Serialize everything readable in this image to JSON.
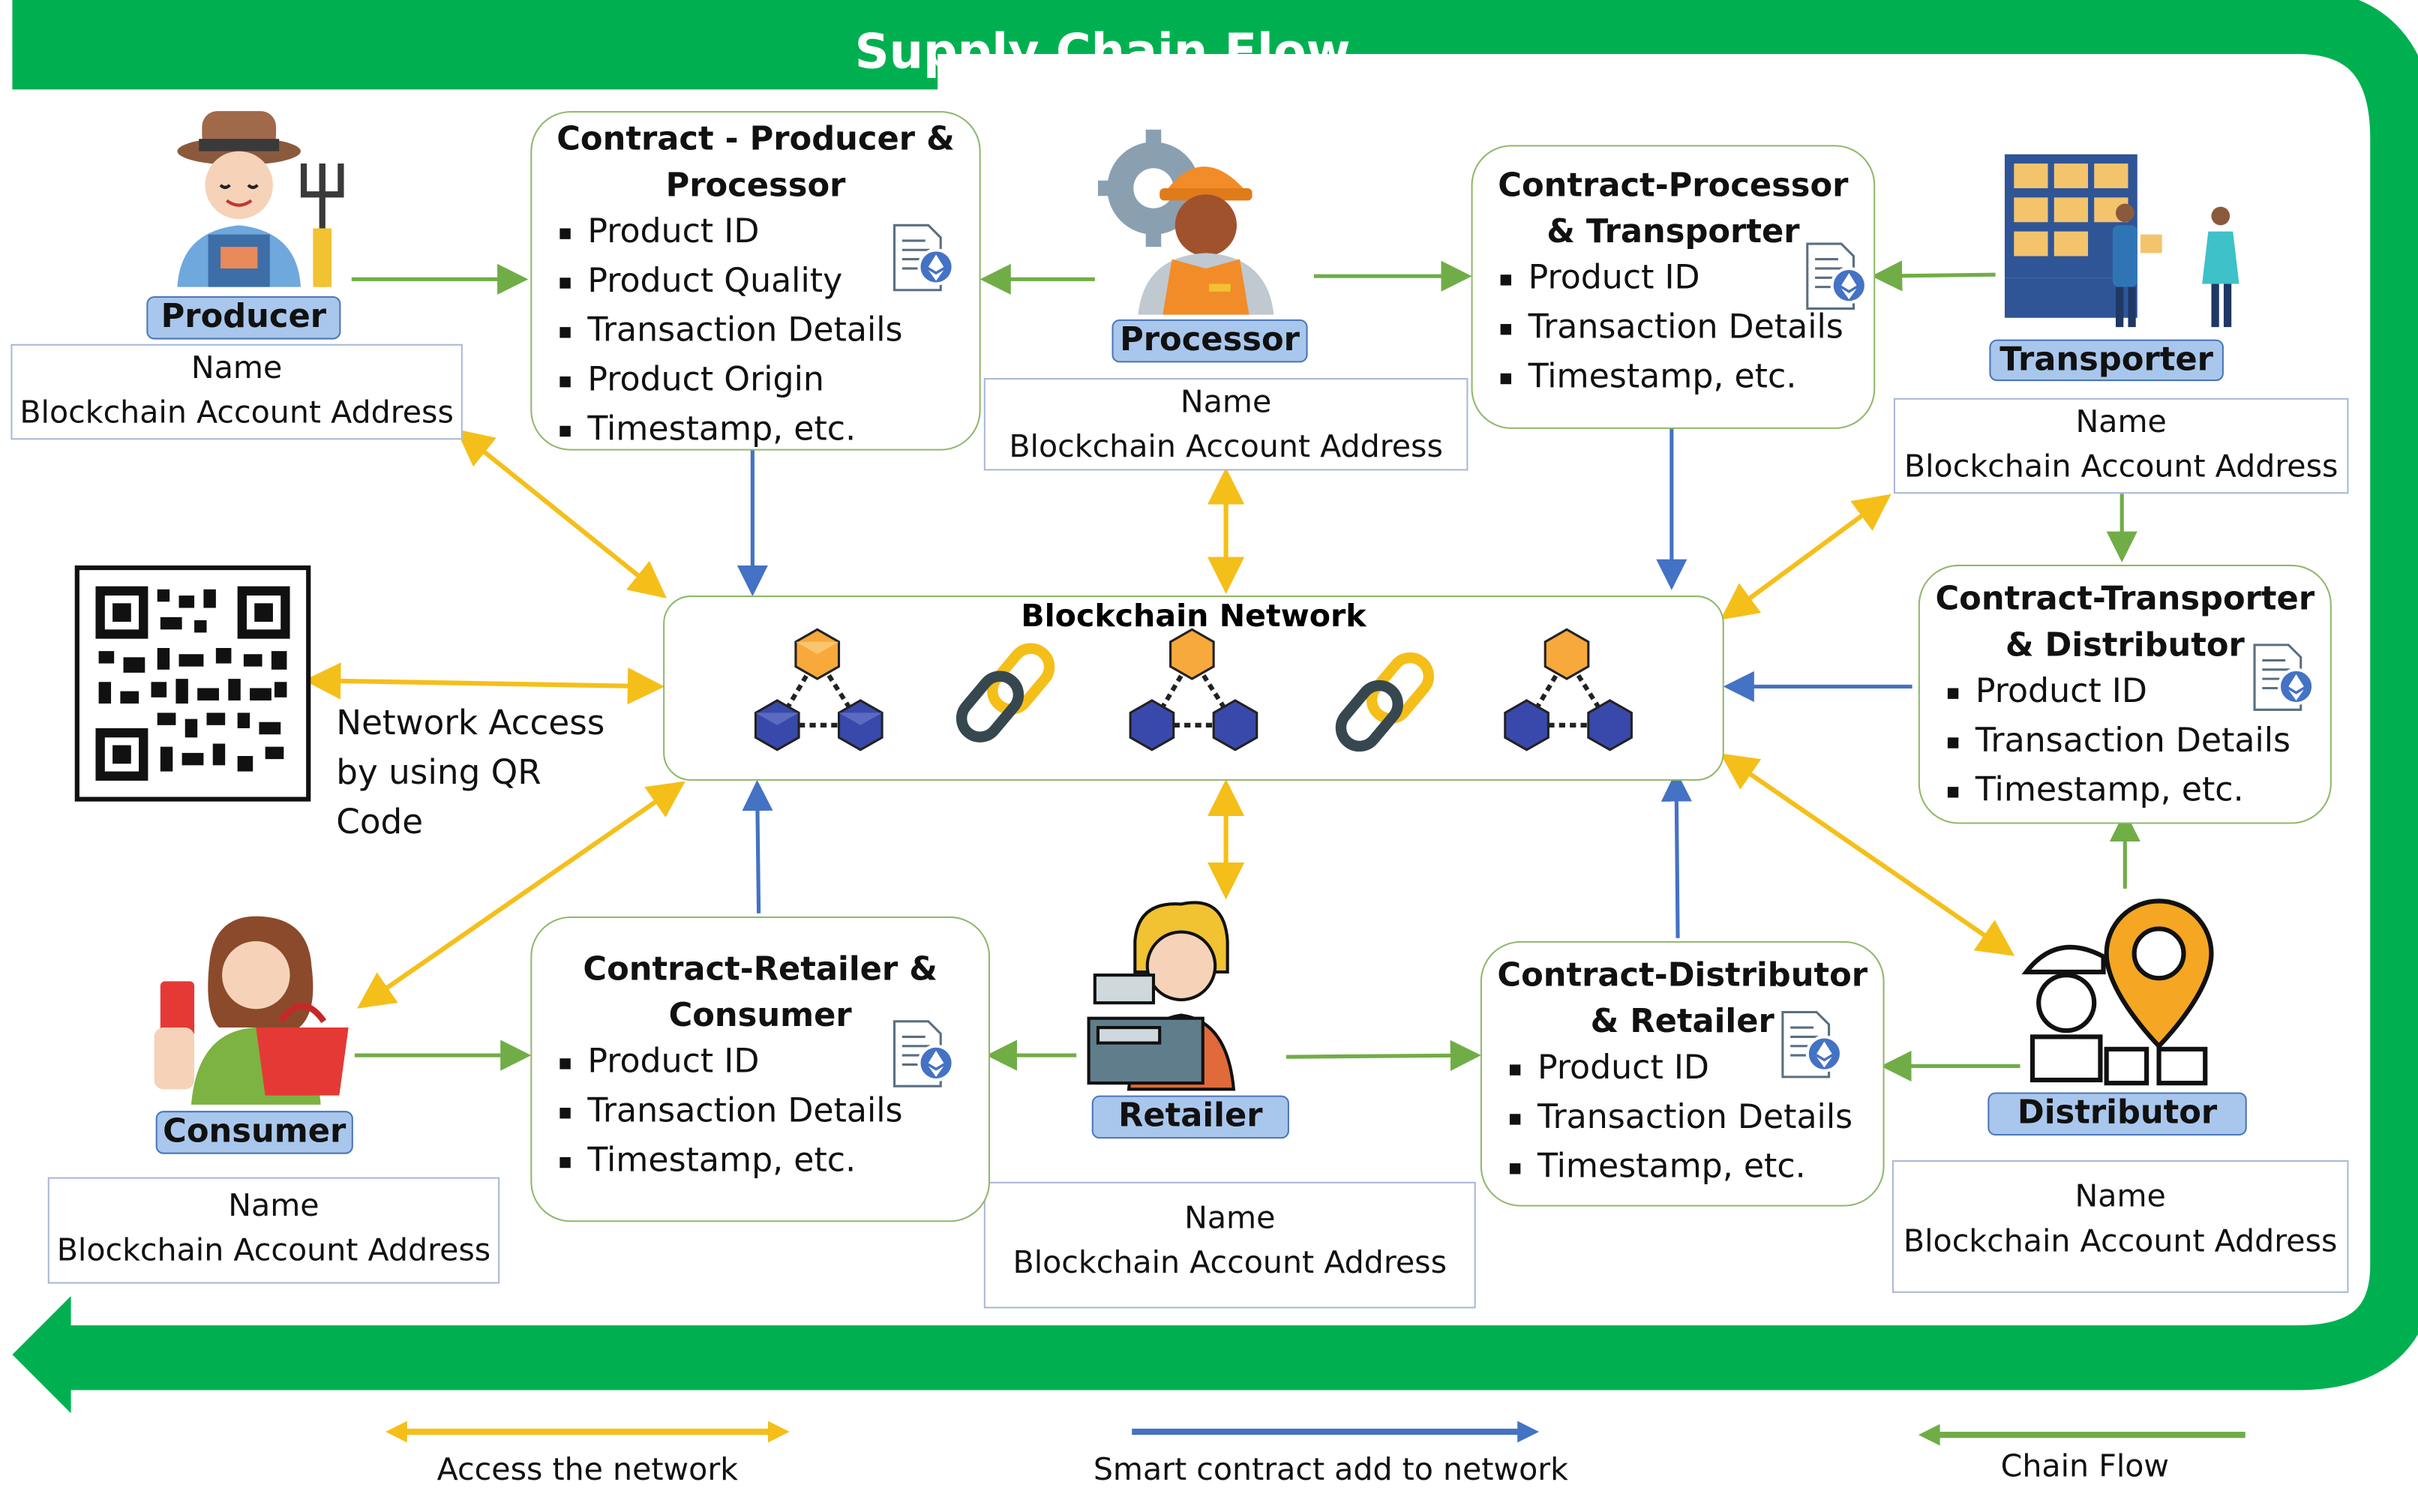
{
  "title": "Supply Chain Flow",
  "colors": {
    "green": "#00b050",
    "yellow": "#f5bf1a",
    "blue": "#4472c4",
    "flow_green": "#70ad47"
  },
  "roles": {
    "producer": {
      "label": "Producer",
      "name": "Name",
      "address": "Blockchain Account Address"
    },
    "processor": {
      "label": "Processor",
      "name": "Name",
      "address": "Blockchain Account Address"
    },
    "transporter": {
      "label": "Transporter",
      "name": "Name",
      "address": "Blockchain Account Address"
    },
    "distributor": {
      "label": "Distributor",
      "name": "Name",
      "address": "Blockchain Account Address"
    },
    "retailer": {
      "label": "Retailer",
      "name": "Name",
      "address": "Blockchain Account Address"
    },
    "consumer": {
      "label": "Consumer",
      "name": "Name",
      "address": "Blockchain Account Address"
    }
  },
  "contracts": {
    "producer_processor": {
      "title1": "Contract - Producer &",
      "title2": "Processor",
      "items": [
        "Product ID",
        "Product Quality",
        "Transaction Details",
        "Product Origin",
        "Timestamp, etc."
      ]
    },
    "processor_transporter": {
      "title1": "Contract-Processor",
      "title2": "& Transporter",
      "items": [
        "Product ID",
        "Transaction Details",
        "Timestamp, etc."
      ]
    },
    "transporter_distributor": {
      "title1": "Contract-Transporter",
      "title2": "& Distributor",
      "items": [
        "Product ID",
        "Transaction Details",
        "Timestamp, etc."
      ]
    },
    "distributor_retailer": {
      "title1": "Contract-Distributor",
      "title2": "& Retailer",
      "items": [
        "Product ID",
        "Transaction Details",
        "Timestamp, etc."
      ]
    },
    "retailer_consumer": {
      "title1": "Contract-Retailer &",
      "title2": "Consumer",
      "items": [
        "Product ID",
        "Transaction Details",
        "Timestamp, etc."
      ]
    }
  },
  "blockchain": {
    "label": "Blockchain Network"
  },
  "qr_note": {
    "line1": "Network Access",
    "line2": "by using QR",
    "line3": "Code"
  },
  "legend": {
    "access": "Access the network",
    "contract": "Smart contract add to network",
    "flow": "Chain Flow"
  },
  "icons": [
    "farmer-icon",
    "worker-icon",
    "warehouse-icon",
    "delivery-icon",
    "cashier-icon",
    "shopper-icon",
    "document-ethereum-icon",
    "block-cluster-icon",
    "chain-link-icon",
    "qr-code-icon"
  ]
}
